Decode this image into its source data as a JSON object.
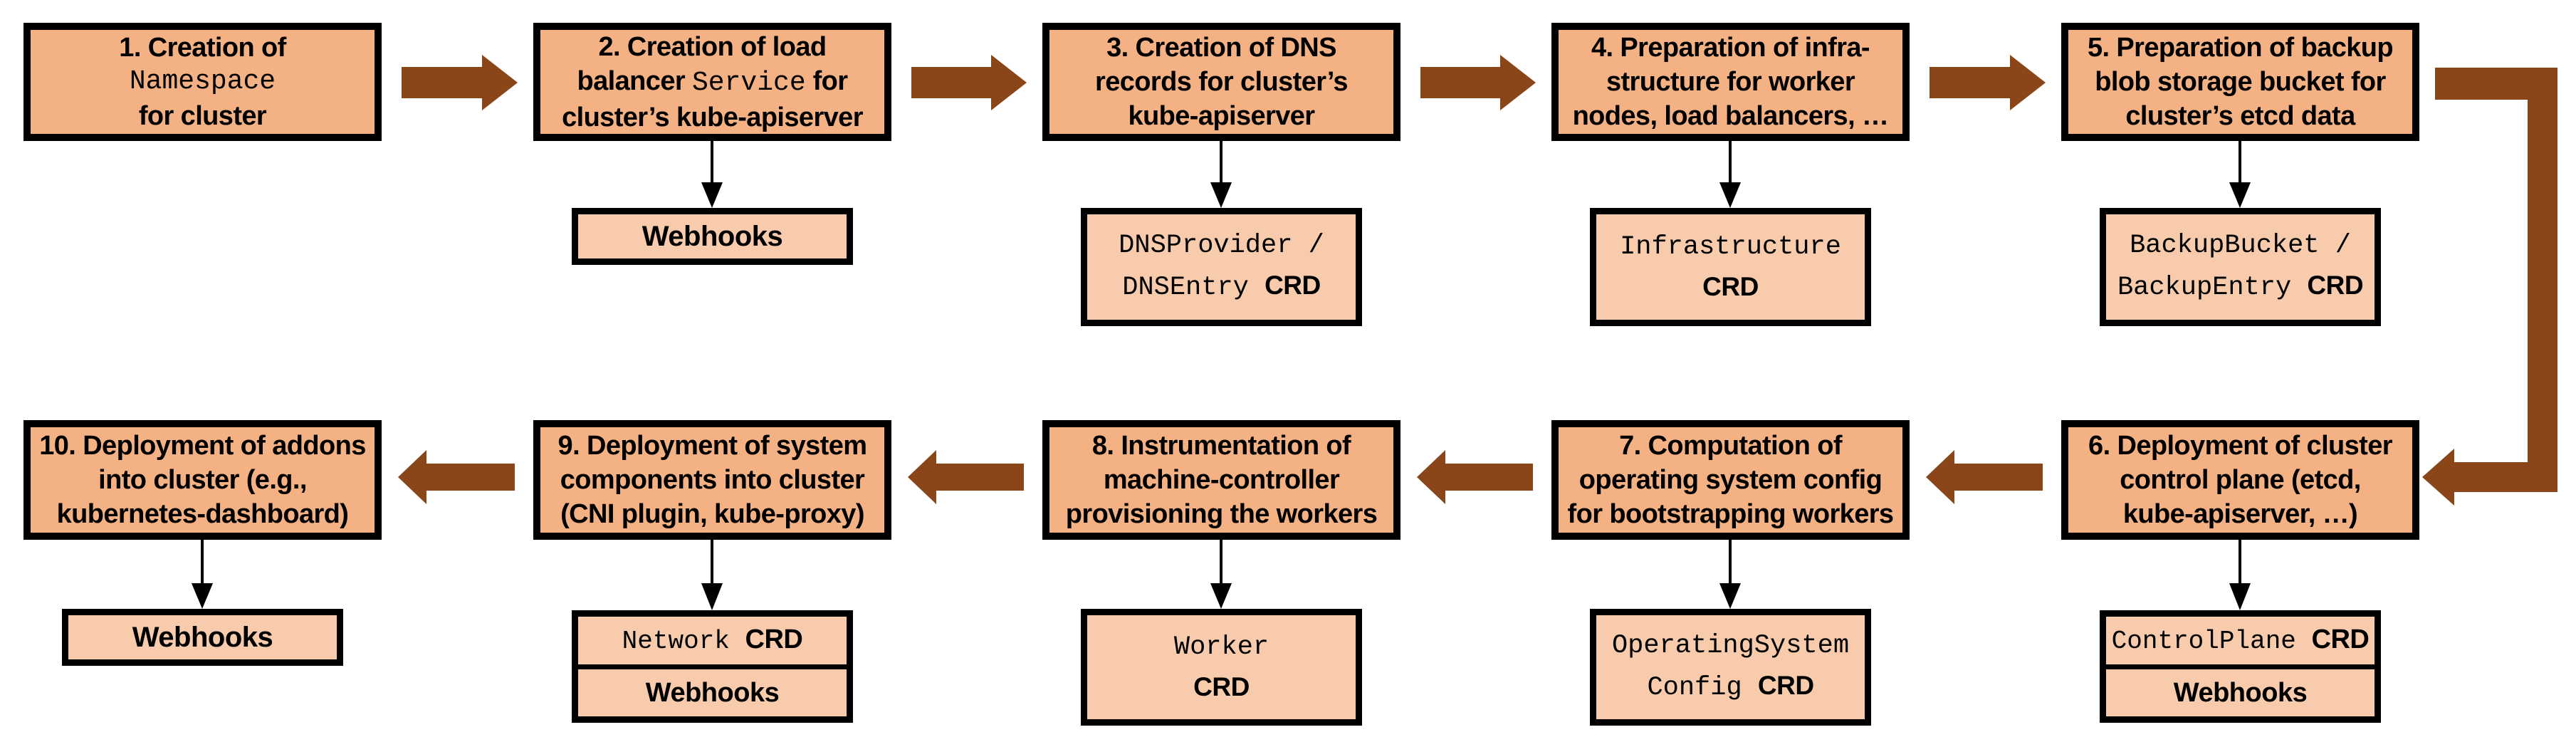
{
  "diagram_title": "Cluster creation flow (10 steps with extension CRDs and webhooks)",
  "colors": {
    "step_fill": "#F4B183",
    "child_fill": "#F7CBAC",
    "arrow_fill": "#8A4619",
    "connector": "#000000",
    "border": "#000000",
    "background": "#FFFFFF",
    "text": "#000000"
  },
  "steps": [
    {
      "num": "1",
      "title_lines": [
        [
          {
            "t": "1. Creation of"
          }
        ],
        [
          {
            "t": "Namespace",
            "code": true
          }
        ],
        [
          {
            "t": "for cluster"
          }
        ]
      ],
      "children": []
    },
    {
      "num": "2",
      "title_lines": [
        [
          {
            "t": "2. Creation of load"
          }
        ],
        [
          {
            "t": "balancer "
          },
          {
            "t": "Service",
            "code": true
          },
          {
            "t": " for"
          }
        ],
        [
          {
            "t": "cluster’s kube-apiserver"
          }
        ]
      ],
      "children": [
        {
          "lines": [
            [
              {
                "t": "Webhooks"
              }
            ]
          ]
        }
      ]
    },
    {
      "num": "3",
      "title_lines": [
        [
          {
            "t": "3. Creation of DNS"
          }
        ],
        [
          {
            "t": "records for cluster’s"
          }
        ],
        [
          {
            "t": "kube-apiserver"
          }
        ]
      ],
      "children": [
        {
          "lines": [
            [
              {
                "t": "DNSProvider /",
                "code": true
              }
            ],
            [
              {
                "t": "DNSEntry ",
                "code": true
              },
              {
                "t": "CRD"
              }
            ]
          ]
        }
      ]
    },
    {
      "num": "4",
      "title_lines": [
        [
          {
            "t": "4. Preparation of infra-"
          }
        ],
        [
          {
            "t": "structure for worker"
          }
        ],
        [
          {
            "t": "nodes, load balancers, …"
          }
        ]
      ],
      "children": [
        {
          "lines": [
            [
              {
                "t": "Infrastructure",
                "code": true
              }
            ],
            [
              {
                "t": "CRD"
              }
            ]
          ]
        }
      ]
    },
    {
      "num": "5",
      "title_lines": [
        [
          {
            "t": "5. Preparation of backup"
          }
        ],
        [
          {
            "t": "blob storage bucket for"
          }
        ],
        [
          {
            "t": "cluster’s etcd data"
          }
        ]
      ],
      "children": [
        {
          "lines": [
            [
              {
                "t": "BackupBucket /",
                "code": true
              }
            ],
            [
              {
                "t": "BackupEntry ",
                "code": true
              },
              {
                "t": "CRD"
              }
            ]
          ]
        }
      ]
    },
    {
      "num": "6",
      "title_lines": [
        [
          {
            "t": "6. Deployment of cluster"
          }
        ],
        [
          {
            "t": "control plane (etcd,"
          }
        ],
        [
          {
            "t": "kube-apiserver, …)"
          }
        ]
      ],
      "children": [
        {
          "lines": [
            [
              {
                "t": "ControlPlane ",
                "code": true
              },
              {
                "t": "CRD"
              }
            ]
          ]
        },
        {
          "lines": [
            [
              {
                "t": "Webhooks"
              }
            ]
          ]
        }
      ]
    },
    {
      "num": "7",
      "title_lines": [
        [
          {
            "t": "7. Computation of"
          }
        ],
        [
          {
            "t": "operating system config"
          }
        ],
        [
          {
            "t": "for bootstrapping workers"
          }
        ]
      ],
      "children": [
        {
          "lines": [
            [
              {
                "t": "OperatingSystem",
                "code": true
              }
            ],
            [
              {
                "t": "Config ",
                "code": true
              },
              {
                "t": "CRD"
              }
            ]
          ]
        }
      ]
    },
    {
      "num": "8",
      "title_lines": [
        [
          {
            "t": "8. Instrumentation of"
          }
        ],
        [
          {
            "t": "machine-controller"
          }
        ],
        [
          {
            "t": "provisioning the workers"
          }
        ]
      ],
      "children": [
        {
          "lines": [
            [
              {
                "t": "Worker",
                "code": true
              }
            ],
            [
              {
                "t": "CRD"
              }
            ]
          ]
        }
      ]
    },
    {
      "num": "9",
      "title_lines": [
        [
          {
            "t": "9. Deployment of system"
          }
        ],
        [
          {
            "t": "components into cluster"
          }
        ],
        [
          {
            "t": "(CNI plugin, kube-proxy)"
          }
        ]
      ],
      "children": [
        {
          "lines": [
            [
              {
                "t": "Network ",
                "code": true
              },
              {
                "t": "CRD"
              }
            ]
          ]
        },
        {
          "lines": [
            [
              {
                "t": "Webhooks"
              }
            ]
          ]
        }
      ]
    },
    {
      "num": "10",
      "title_lines": [
        [
          {
            "t": "10. Deployment of addons"
          }
        ],
        [
          {
            "t": "into cluster (e.g.,"
          }
        ],
        [
          {
            "t": "kubernetes-dashboard)"
          }
        ]
      ],
      "children": [
        {
          "lines": [
            [
              {
                "t": "Webhooks"
              }
            ]
          ]
        }
      ]
    }
  ]
}
